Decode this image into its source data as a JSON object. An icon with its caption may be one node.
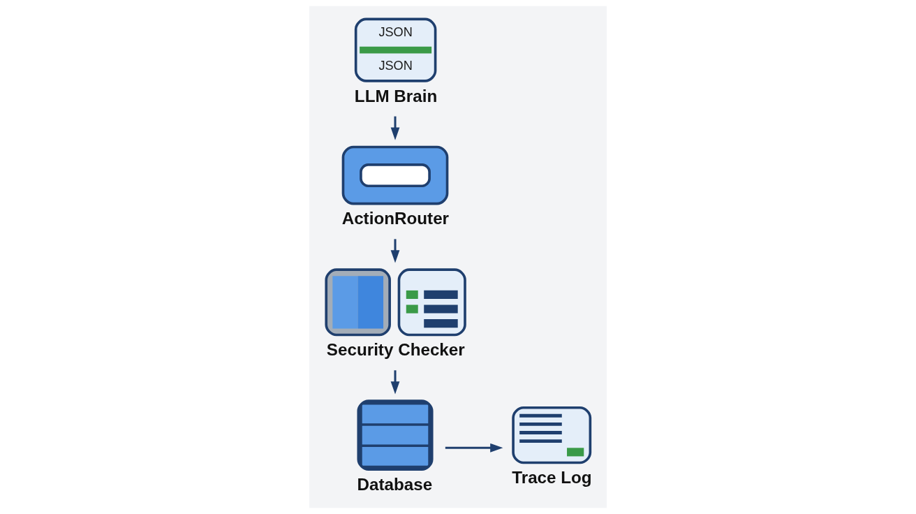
{
  "diagram": {
    "nodes": [
      {
        "text": [
          "JSON",
          "JSON",
          "LLM Brain"
        ]
      },
      {
        "text": [
          "ActionRouter"
        ]
      },
      {
        "text": [
          "Security Checker"
        ]
      },
      {
        "text": [
          "Database"
        ]
      },
      {
        "text": [
          "Trace Log"
        ]
      }
    ],
    "edges": [
      {
        "from": 0,
        "to": 1,
        "arrow": "to"
      },
      {
        "from": 1,
        "to": 2,
        "arrow": "to"
      },
      {
        "from": 2,
        "to": 3,
        "arrow": "to"
      },
      {
        "from": 3,
        "to": 4,
        "arrow": "to"
      }
    ]
  }
}
